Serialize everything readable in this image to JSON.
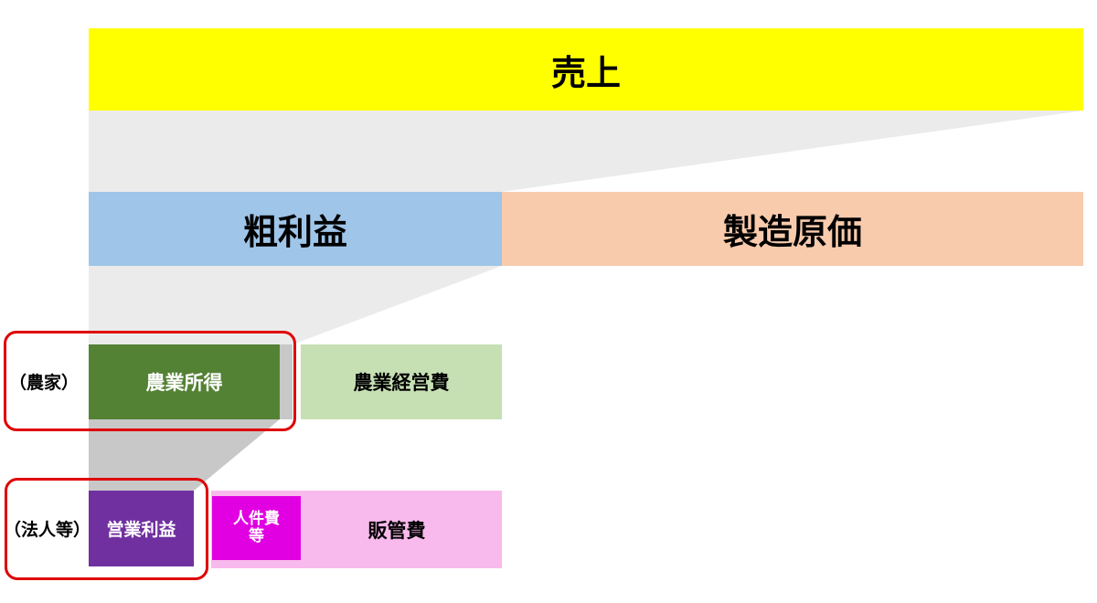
{
  "colors": {
    "sales": "#ffff00",
    "gross_profit": "#9fc5e8",
    "cost_of_goods": "#f8cbad",
    "farm_income": "#548235",
    "farm_expenses": "#c6e0b4",
    "operating_profit": "#7030a0",
    "personnel": "#e100e1",
    "sga": "#f8b9ec",
    "funnel_light": "#ebebeb",
    "funnel_dark": "#c8c8c8",
    "highlight": "#e00000"
  },
  "rows": {
    "sales": {
      "label": "売上"
    },
    "gross": {
      "left": "粗利益",
      "right": "製造原価"
    },
    "farm": {
      "side_label": "（農家）",
      "income": "農業所得",
      "expenses": "農業経営費"
    },
    "corp": {
      "side_label": "（法人等）",
      "profit": "営業利益",
      "personnel": "人件費\n等",
      "sga": "販管費"
    }
  }
}
